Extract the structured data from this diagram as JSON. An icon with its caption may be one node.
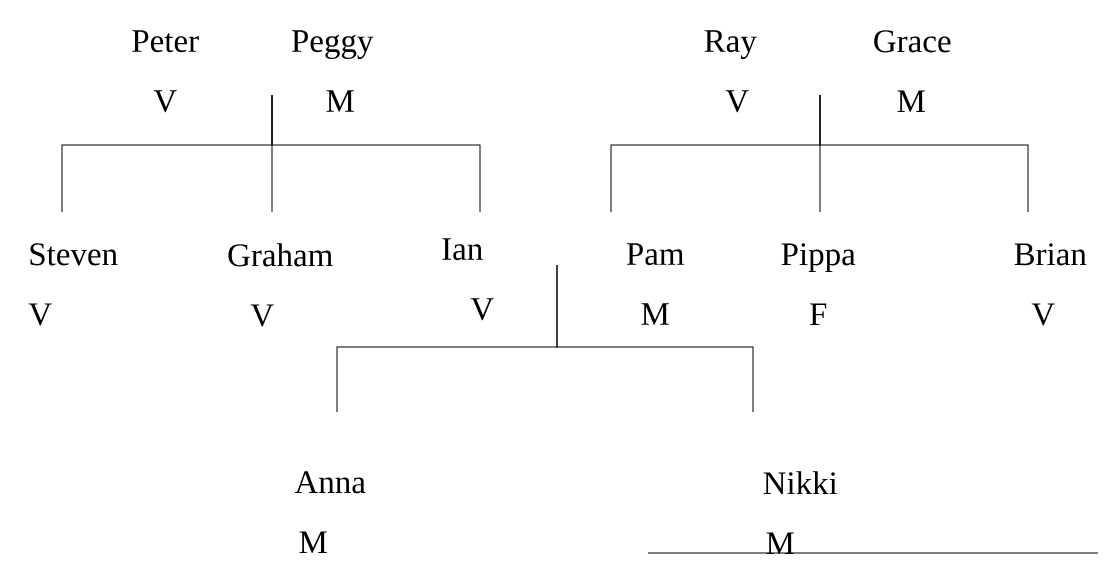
{
  "diagram": {
    "nodes": [
      {
        "text": [
          "Peter",
          "V"
        ]
      },
      {
        "text": [
          "Peggy",
          "M"
        ]
      },
      {
        "text": [
          "Ray",
          "V"
        ]
      },
      {
        "text": [
          "Grace",
          "M"
        ]
      },
      {
        "text": [
          "Steven",
          "V"
        ]
      },
      {
        "text": [
          "Graham",
          "V"
        ]
      },
      {
        "text": [
          "Ian",
          "V"
        ]
      },
      {
        "text": [
          "Pam",
          "M"
        ]
      },
      {
        "text": [
          "Pippa",
          "F"
        ]
      },
      {
        "text": [
          "Brian",
          "V"
        ]
      },
      {
        "text": [
          "Anna",
          "M"
        ]
      },
      {
        "text": [
          "Nikki",
          "M"
        ]
      }
    ],
    "edges": [
      {
        "from": 1,
        "to": 4,
        "arrow": "none"
      },
      {
        "from": 1,
        "to": 5,
        "arrow": "none"
      },
      {
        "from": 1,
        "to": 6,
        "arrow": "none"
      },
      {
        "from": null,
        "to": 7,
        "arrow": "none"
      },
      {
        "from": null,
        "to": 8,
        "arrow": "none"
      },
      {
        "from": null,
        "to": 9,
        "arrow": "none"
      },
      {
        "from": null,
        "to": 10,
        "arrow": "none"
      },
      {
        "from": null,
        "to": 11,
        "arrow": "none"
      }
    ]
  }
}
